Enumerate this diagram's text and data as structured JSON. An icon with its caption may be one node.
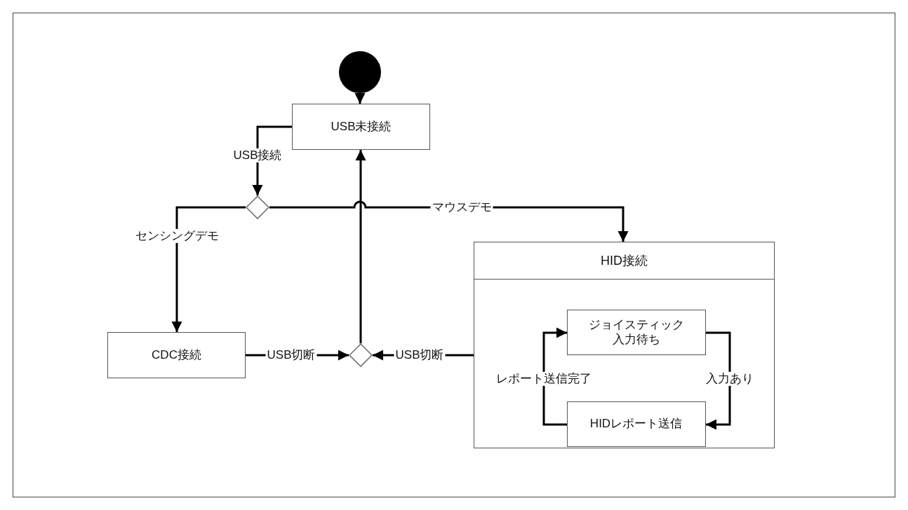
{
  "diagram": {
    "nodes": [
      {
        "text": [],
        "shape": "circle"
      },
      {
        "text": [
          "USB未接続"
        ]
      },
      {
        "text": [],
        "shape": "diamond"
      },
      {
        "text": [
          "HID接続"
        ]
      },
      {
        "text": [
          "ジョイスティック入力待ち"
        ],
        "in": 3
      },
      {
        "text": [
          "HIDレポート送信"
        ],
        "in": 3
      },
      {
        "text": [
          "CDC接続"
        ]
      },
      {
        "text": [],
        "shape": "diamond"
      }
    ],
    "edges": [
      {
        "from": 0,
        "to": 1,
        "arrow": "to"
      },
      {
        "from": 1,
        "to": 2,
        "arrow": "to",
        "label": "USB接続"
      },
      {
        "from": 2,
        "to": 3,
        "arrow": "to",
        "label": "マウスデモ"
      },
      {
        "from": 2,
        "to": 6,
        "arrow": "to",
        "label": "センシングデモ"
      },
      {
        "from": 6,
        "to": 7,
        "arrow": "to",
        "label": "USB切断"
      },
      {
        "from": 3,
        "to": 7,
        "arrow": "to",
        "label": "USB切断"
      },
      {
        "from": 7,
        "to": 1,
        "arrow": "to"
      },
      {
        "from": 4,
        "to": 5,
        "arrow": "to",
        "label": "入力あり"
      },
      {
        "from": 5,
        "to": 4,
        "arrow": "to",
        "label": "レポート送信完了"
      }
    ]
  }
}
